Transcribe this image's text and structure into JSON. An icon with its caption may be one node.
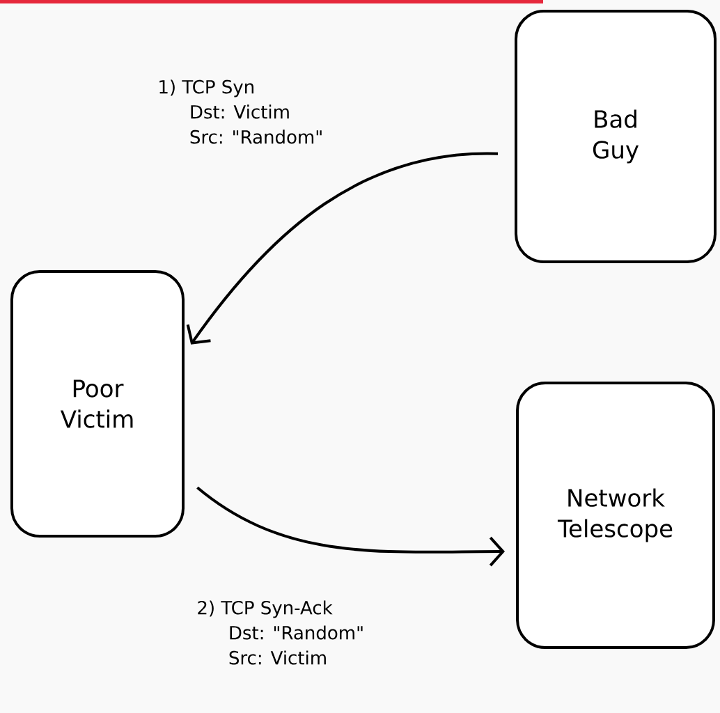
{
  "diagram": {
    "nodes": [
      {
        "text": [
          "Bad Guy"
        ]
      },
      {
        "text": [
          "Poor Victim"
        ]
      },
      {
        "text": [
          "Network Telescope"
        ]
      }
    ],
    "edges": [
      {
        "from": 0,
        "to": 1,
        "arrow": "to",
        "label": "1) TCP Syn Dst: Victim Src: \"Random\""
      },
      {
        "from": 1,
        "to": 2,
        "arrow": "to",
        "label": "2) TCP Syn-Ack Dst: \"Random\" Src: Victim"
      }
    ]
  }
}
